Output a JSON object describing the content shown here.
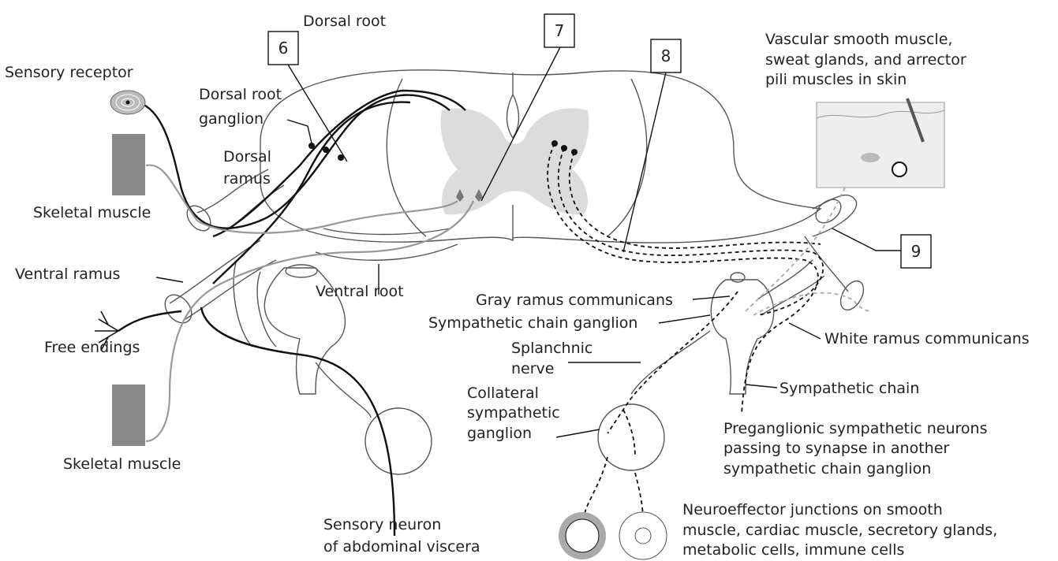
{
  "callouts": {
    "c6": "6",
    "c7": "7",
    "c8": "8",
    "c9": "9"
  },
  "labels": {
    "dorsal_root": "Dorsal root",
    "sensory_receptor": "Sensory receptor",
    "dorsal_root_ganglion_1": "Dorsal root",
    "dorsal_root_ganglion_2": "ganglion",
    "dorsal_ramus_1": "Dorsal",
    "dorsal_ramus_2": "ramus",
    "skeletal_muscle_top": "Skeletal muscle",
    "ventral_ramus": "Ventral ramus",
    "free_endings": "Free endings",
    "skeletal_muscle_bottom": "Skeletal muscle",
    "ventral_root": "Ventral root",
    "sensory_neuron_1": "Sensory neuron",
    "sensory_neuron_2": "of abdominal viscera",
    "vascular_1": "Vascular smooth muscle,",
    "vascular_2": "sweat glands, and arrector",
    "vascular_3": "pili muscles in skin",
    "gray_ramus": "Gray ramus communicans",
    "chain_ganglion": "Sympathetic chain ganglion",
    "white_ramus": "White ramus communicans",
    "splanchnic_1": "Splanchnic",
    "splanchnic_2": "nerve",
    "collateral_1": "Collateral",
    "collateral_2": "sympathetic",
    "collateral_3": "ganglion",
    "sympathetic_chain": "Sympathetic chain",
    "preganglionic_1": "Preganglionic sympathetic neurons",
    "preganglionic_2": "passing to synapse in another",
    "preganglionic_3": "sympathetic chain ganglion",
    "neuroeffector_1": "Neuroeffector junctions on smooth",
    "neuroeffector_2": "muscle, cardiac muscle, secretory glands,",
    "neuroeffector_3": "metabolic cells, immune cells"
  }
}
